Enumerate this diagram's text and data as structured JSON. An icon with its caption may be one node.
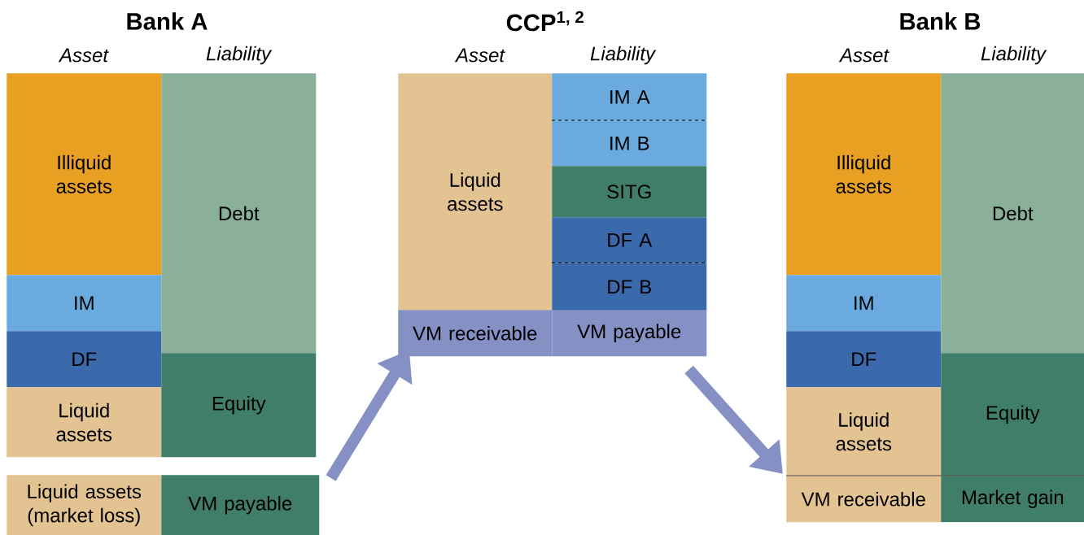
{
  "diagram": {
    "nodes": [
      {
        "text": [
          "Illiquid assets"
        ]
      },
      {
        "text": [
          "IM"
        ]
      },
      {
        "text": [
          "DF"
        ]
      },
      {
        "text": [
          "Liquid assets"
        ]
      },
      {
        "text": [
          "Debt"
        ]
      },
      {
        "text": [
          "Equity"
        ]
      },
      {
        "text": [
          "Liquid assets (market loss)"
        ]
      },
      {
        "text": [
          "VM payable"
        ]
      },
      {
        "text": [
          "Liquid assets"
        ]
      },
      {
        "text": [
          "IM A"
        ]
      },
      {
        "text": [
          "IM B"
        ]
      },
      {
        "text": [
          "SITG"
        ]
      },
      {
        "text": [
          "DF A"
        ]
      },
      {
        "text": [
          "DF B"
        ]
      },
      {
        "text": [
          "VM receivable"
        ]
      },
      {
        "text": [
          "VM payable"
        ]
      },
      {
        "text": [
          "Illiquid assets"
        ]
      },
      {
        "text": [
          "IM"
        ]
      },
      {
        "text": [
          "DF"
        ]
      },
      {
        "text": [
          "Liquid assets"
        ]
      },
      {
        "text": [
          "Debt"
        ]
      },
      {
        "text": [
          "Equity"
        ]
      },
      {
        "text": [
          "VM receivable"
        ]
      },
      {
        "text": [
          "Market gain"
        ]
      }
    ],
    "edges": [
      {
        "from": 7,
        "to": 14,
        "arrow": "to"
      },
      {
        "from": 15,
        "to": 22,
        "arrow": "to"
      }
    ],
    "labels": [
      "Bank A",
      "CCP$^{1, 2}$",
      "Bank B",
      "Asset",
      "Liability",
      "Asset",
      "Liability",
      "Asset",
      "Liability"
    ]
  }
}
